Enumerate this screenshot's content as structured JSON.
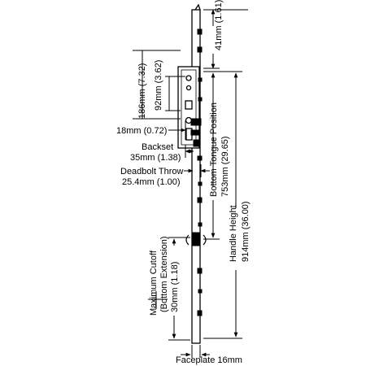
{
  "labels": {
    "dim_top": "41mm (1.61)",
    "dim_186": "186mm (7.32)",
    "dim_92": "92mm (3.62)",
    "dim_18": "18mm (0.72)",
    "backset_title": "Backset",
    "backset_value": "35mm (1.38)",
    "deadbolt_title": "Deadbolt Throw",
    "deadbolt_value": "25.4mm (1.00)",
    "bottom_tongue_title": "Bottom Tongue Position",
    "bottom_tongue_value": "753mm (29.65)",
    "handle_title": "Handle Height",
    "handle_value": "914mm (36.00)",
    "cutoff_line1": "Maximum Cutoff",
    "cutoff_line2": "(Bottom Extension)",
    "cutoff_line3": "30mm (1.18)",
    "faceplate": "Faceplate 16mm"
  },
  "colors": {
    "line": "#000000",
    "background": "#ffffff"
  }
}
